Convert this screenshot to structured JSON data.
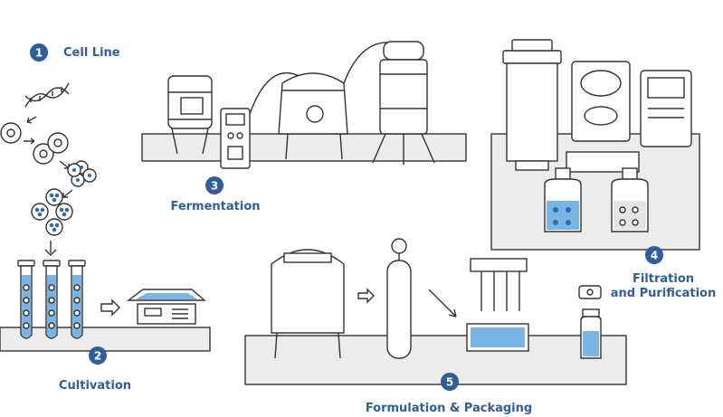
{
  "steps": [
    {
      "number": "1",
      "label": "Cell Line"
    },
    {
      "number": "2",
      "label": "Cultivation"
    },
    {
      "number": "3",
      "label": "Fermentation"
    },
    {
      "number": "4",
      "label": "Filtration",
      "label_line2": "and Purification"
    },
    {
      "number": "5",
      "label": "Formulation & Packaging"
    }
  ],
  "colors": {
    "accent": "#2f5f9a",
    "liquid": "#79b5e4",
    "bench": "#ececec",
    "line": "#333333"
  }
}
